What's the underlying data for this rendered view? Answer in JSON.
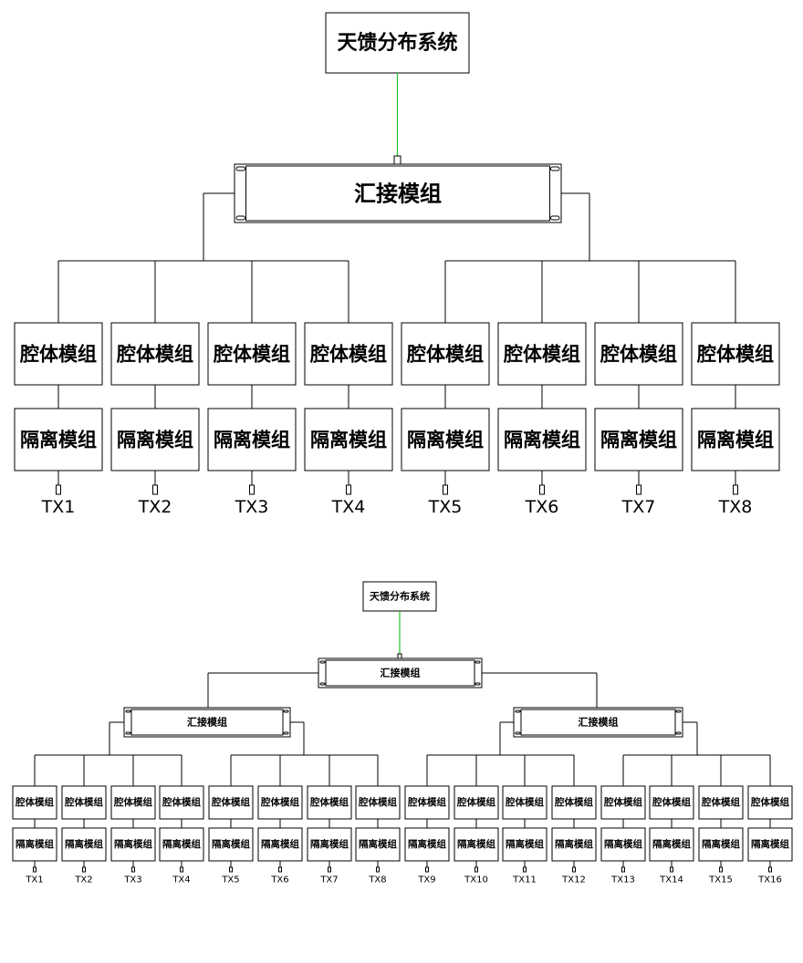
{
  "colors": {
    "line": "#000000",
    "connector": "#22c022",
    "background": "#ffffff"
  },
  "labels": {
    "antenna_system": "天馈分布系统",
    "combiner": "汇接模组",
    "cavity": "腔体模组",
    "isolator": "隔离模组"
  },
  "diagram_8ch": {
    "outputs": [
      "TX1",
      "TX2",
      "TX3",
      "TX4",
      "TX5",
      "TX6",
      "TX7",
      "TX8"
    ]
  },
  "diagram_16ch": {
    "outputs": [
      "TX1",
      "TX2",
      "TX3",
      "TX4",
      "TX5",
      "TX6",
      "TX7",
      "TX8",
      "TX9",
      "TX10",
      "TX11",
      "TX12",
      "TX13",
      "TX14",
      "TX15",
      "TX16"
    ]
  }
}
